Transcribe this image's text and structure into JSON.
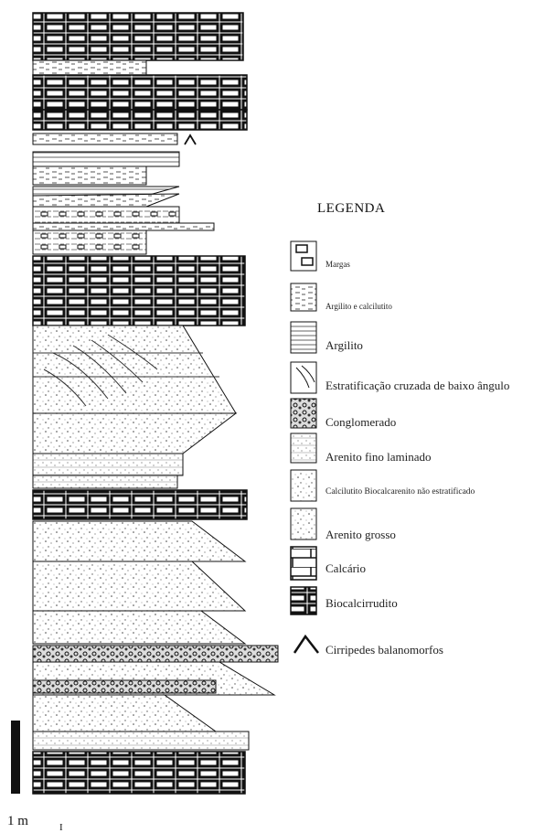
{
  "legend": {
    "title": "LEGENDA",
    "items": [
      {
        "key": "margas",
        "label": "Margas",
        "icon": "margas-icon"
      },
      {
        "key": "argilito-calcilutito",
        "label": "Argilito e calcilutito",
        "icon": "argilito-calcilutito-icon"
      },
      {
        "key": "argilito",
        "label": "Argilito",
        "icon": "argilito-icon"
      },
      {
        "key": "estratificacao",
        "label": "Estratificação cruzada de baixo ângulo",
        "icon": "cross-bedding-icon"
      },
      {
        "key": "conglomerado",
        "label": "Conglomerado",
        "icon": "conglomerado-icon"
      },
      {
        "key": "arenito-fino",
        "label": "Arenito fino laminado",
        "icon": "arenito-fino-icon"
      },
      {
        "key": "calcilutito-biocalcarenito",
        "label": "Calcilutito  Biocalcarenito não estratificado",
        "icon": "calcilutito-icon"
      },
      {
        "key": "arenito-grosso",
        "label": "Arenito grosso",
        "icon": "arenito-grosso-icon"
      },
      {
        "key": "calcario",
        "label": "Calcário",
        "icon": "calcario-icon"
      },
      {
        "key": "biocalcirrudito",
        "label": "Biocalcirrudito",
        "icon": "biocalcirrudito-icon"
      },
      {
        "key": "cirripedes",
        "label": "Cirripedes balanomorfos",
        "icon": "barnacle-icon"
      }
    ]
  },
  "scale": {
    "label": "1 m",
    "tick": "I"
  }
}
